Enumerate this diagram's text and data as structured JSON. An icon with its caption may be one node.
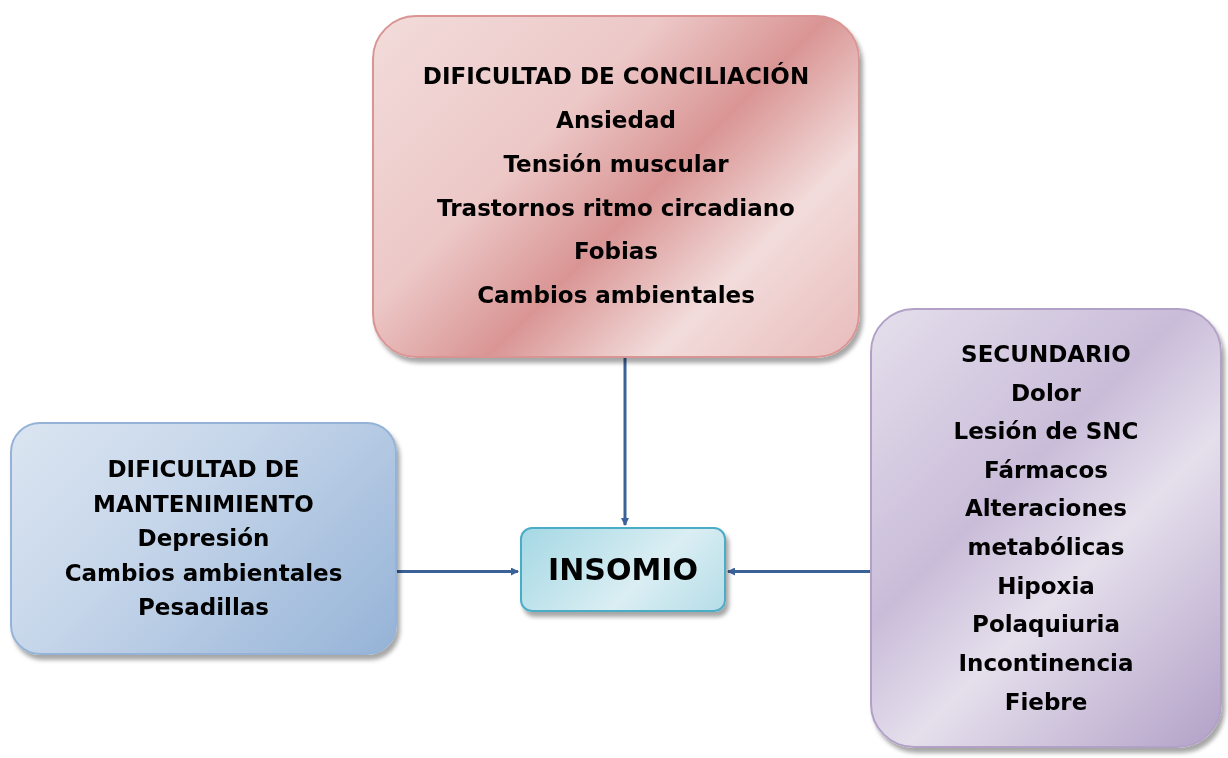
{
  "diagram": {
    "nodes": [
      {
        "text": [
          "DIFICULTAD DE CONCILIACIÓN",
          "Ansiedad",
          "Tensión muscular",
          "Trastornos ritmo circadiano",
          "Fobias",
          "Cambios ambientales"
        ]
      },
      {
        "text": [
          "DIFICULTAD DE MANTENIMIENTO",
          "Depresión",
          "Cambios ambientales",
          "Pesadillas"
        ]
      },
      {
        "text": [
          "INSOMIO"
        ]
      },
      {
        "text": [
          "SECUNDARIO",
          "Dolor",
          "Lesión de SNC",
          "Fármacos",
          "Alteraciones metabólicas",
          "Hipoxia",
          "Polaquiuria",
          "Incontinencia",
          "Fiebre"
        ]
      }
    ],
    "edges": [
      {
        "from": 0,
        "to": 2,
        "arrow": "to"
      },
      {
        "from": 1,
        "to": 2,
        "arrow": "to"
      },
      {
        "from": 3,
        "to": 2,
        "arrow": "to"
      }
    ]
  }
}
